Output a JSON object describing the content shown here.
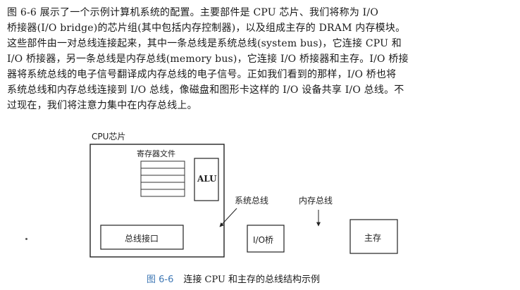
{
  "paragraph": {
    "lines": [
      "图 6-6 展示了一个示例计算机系统的配置。主要部件是 CPU 芯片、我们将称为 I/O",
      "桥接器(I/O bridge)的芯片组(其中包括内存控制器)，以及组成主存的 DRAM 内存模块。",
      "这些部件由一对总线连接起来，其中一条总线是系统总线(system bus)，它连接 CPU 和",
      "I/O 桥接器，另一条总线是内存总线(memory bus)，它连接 I/O 桥接器和主存。I/O 桥接",
      "器将系统总线的电子信号翻译成内存总线的电子信号。正如我们看到的那样，I/O 桥也将",
      "系统总线和内存总线连接到 I/O 总线，像磁盘和图形卡这样的 I/O 设备共享 I/O 总线。不",
      "过现在，我们将注意力集中在内存总线上。"
    ]
  },
  "figure": {
    "cpu_chip_label": "CPU芯片",
    "register_file_label": "寄存器文件",
    "alu_label": "ALU",
    "system_bus_label": "系统总线",
    "memory_bus_label": "内存总线",
    "bus_interface_label": "总线接口",
    "io_bridge_label": "I/O桥",
    "main_memory_label": "主存"
  },
  "caption": {
    "figure_number": "图 6-6",
    "text": "连接 CPU 和主存的总线结构示例"
  }
}
